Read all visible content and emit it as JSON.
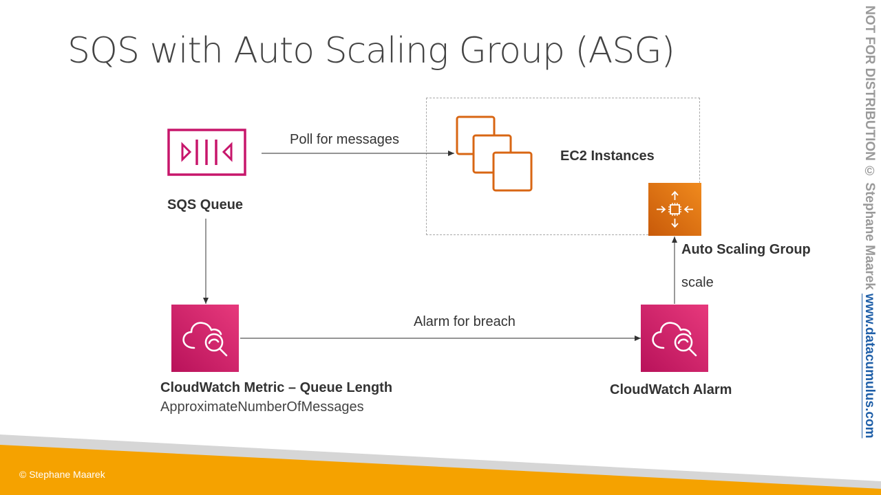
{
  "slide": {
    "title": "SQS with Auto Scaling Group (ASG)",
    "footer": "© Stephane Maarek",
    "side_notice": "NOT FOR DISTRIBUTION © Stephane Maarek",
    "side_link": "www.datacumulus.com"
  },
  "nodes": {
    "sqs": {
      "label": "SQS Queue",
      "icon": "sqs-queue-icon"
    },
    "ec2": {
      "label": "EC2 Instances",
      "icon": "ec2-instances-icon"
    },
    "asg": {
      "label": "Auto Scaling Group",
      "icon": "auto-scaling-icon"
    },
    "metric": {
      "label": "CloudWatch Metric – Queue Length",
      "sublabel": "ApproximateNumberOfMessages",
      "icon": "cloudwatch-icon"
    },
    "alarm": {
      "label": "CloudWatch Alarm",
      "icon": "cloudwatch-icon"
    }
  },
  "edges": {
    "poll": "Poll for messages",
    "breach": "Alarm for breach",
    "scale": "scale"
  },
  "colors": {
    "sqs": "#c7166b",
    "ec2": "#d86613",
    "cloudwatch": "#d81b6e",
    "asg": "#e0751a",
    "footer_band": "#f5a200",
    "footer_stripe": "#d4d4d4",
    "link": "#1f5fa8"
  }
}
